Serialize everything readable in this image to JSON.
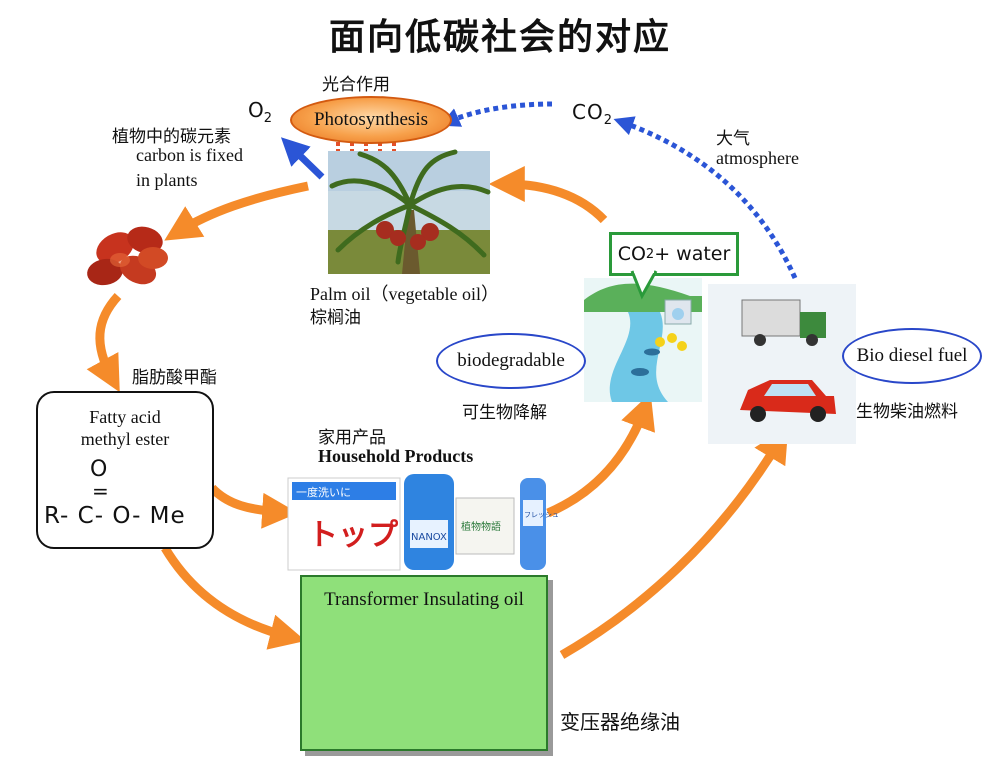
{
  "title": "面向低碳社会的对应",
  "photosynthesis": {
    "cn": "光合作用",
    "en": "Photosynthesis"
  },
  "o2": {
    "base": "O",
    "sub": "2"
  },
  "co2_top": {
    "base": "CO",
    "sub": "2"
  },
  "fixed": {
    "cn": "植物中的碳元素",
    "en_line1": "carbon is fixed",
    "en_line2": "in plants"
  },
  "atmosphere": {
    "cn": "大气",
    "en": "atmosphere"
  },
  "palm": {
    "en": "Palm oil（vegetable oil）",
    "cn": "棕榈油"
  },
  "ester_cn": "脂肪酸甲酯",
  "fame": {
    "line1": "Fatty acid",
    "line2": "methyl ester",
    "o": "O",
    "dbl": "=",
    "formula": "R- C- O- Me"
  },
  "household": {
    "cn": "家用产品",
    "en": "Household Products"
  },
  "biodegradable": {
    "en": "biodegradable",
    "cn": "可生物降解"
  },
  "co2water": {
    "co": "CO",
    "sub": "2",
    "rest": "+ water"
  },
  "biodiesel": {
    "en": "Bio diesel fuel",
    "cn": "生物柴油燃料"
  },
  "transformer": {
    "en": "Transformer Insulating oil",
    "cn": "变压器绝缘油"
  },
  "products": {
    "p1_top": "一度洗いに",
    "p1_brand": "トップ",
    "p2_brand": "NANOX",
    "p3_brand": "植物物語",
    "p4_brand": "フレッシュ"
  },
  "colors": {
    "arrow_orange": "#f58b2a",
    "arrow_blue": "#2b55d6",
    "oval_blue": "#2947c9",
    "box_green": "#8fe07a"
  }
}
